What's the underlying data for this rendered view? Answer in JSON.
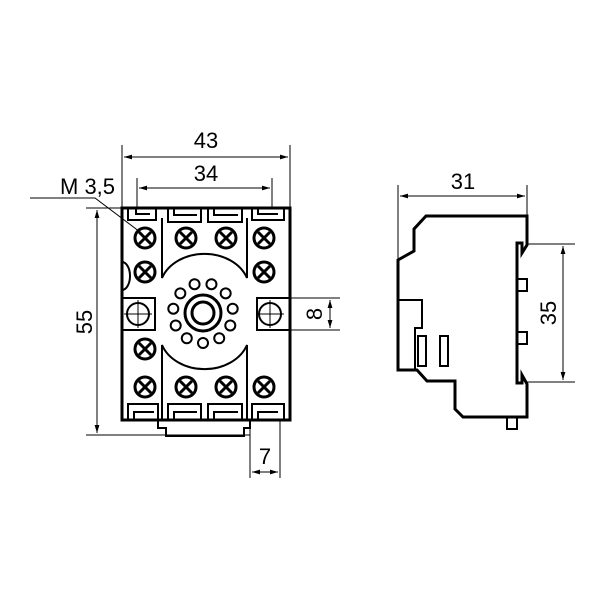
{
  "title": "Relay socket dimensional drawing",
  "front_view": {
    "dimensions": {
      "overall_width": "43",
      "screw_spacing": "34",
      "height": "55",
      "mount_hole": "8",
      "terminal_pitch": "7"
    },
    "screw_label": "M 3,5"
  },
  "side_view": {
    "dimensions": {
      "depth": "31",
      "din_rail": "35"
    }
  },
  "colors": {
    "line": "#000000",
    "background": "#ffffff"
  }
}
